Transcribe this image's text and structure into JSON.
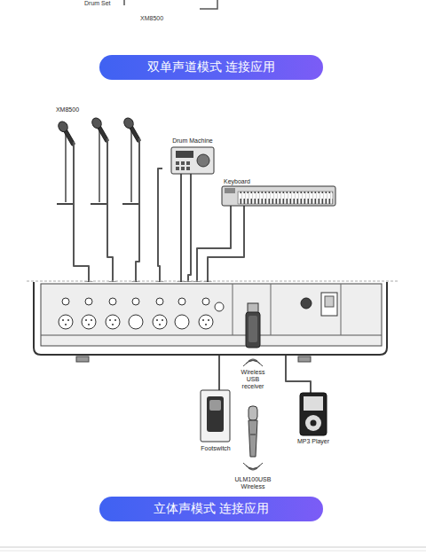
{
  "diagram": {
    "nodes": [
      {
        "text": [
          "双单声道模式 连接应用"
        ]
      },
      {
        "text": [
          "XM8500"
        ]
      },
      {
        "text": [
          "Drum Machine"
        ]
      },
      {
        "text": [
          "Keyboard"
        ]
      },
      {
        "text": [
          "Wireless USB receiver"
        ]
      },
      {
        "text": [
          "Footswitch"
        ]
      },
      {
        "text": [
          "ULM100USB Wireless"
        ]
      },
      {
        "text": [
          "MP3 Player"
        ]
      },
      {
        "text": [
          "立体声模式 连接应用"
        ]
      }
    ],
    "labels": [
      "Drum Set",
      "XM8500"
    ]
  }
}
